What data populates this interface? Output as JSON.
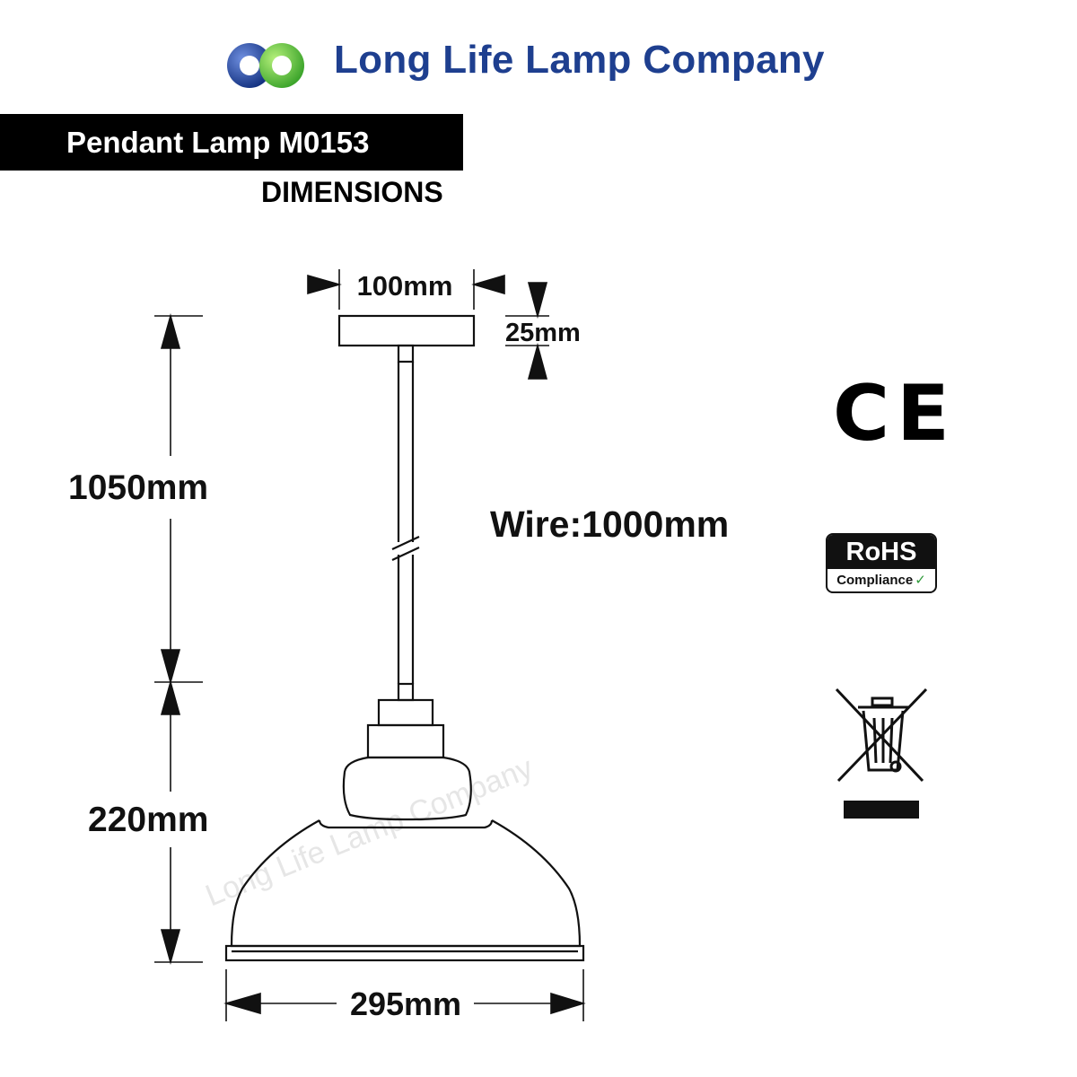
{
  "brand": {
    "name": "Long Life Lamp Company",
    "logo_colors": [
      "#1e3f8f",
      "#5fc43a"
    ]
  },
  "header": {
    "title": "Pendant Lamp M0153",
    "subtitle": "DIMENSIONS"
  },
  "dimensions": {
    "canopy_width": "100mm",
    "canopy_height": "25mm",
    "drop_length": "1050mm",
    "wire": "Wire:1000mm",
    "shade_height": "220mm",
    "shade_width": "295mm"
  },
  "certifications": {
    "ce": "CE",
    "rohs": "RoHS",
    "rohs_sub": "Compliance",
    "weee": "weee-bin-icon"
  },
  "watermark": "Long Life Lamp Company",
  "colors": {
    "accent": "#1e3f8f",
    "green": "#5fc43a",
    "ink": "#111111"
  }
}
